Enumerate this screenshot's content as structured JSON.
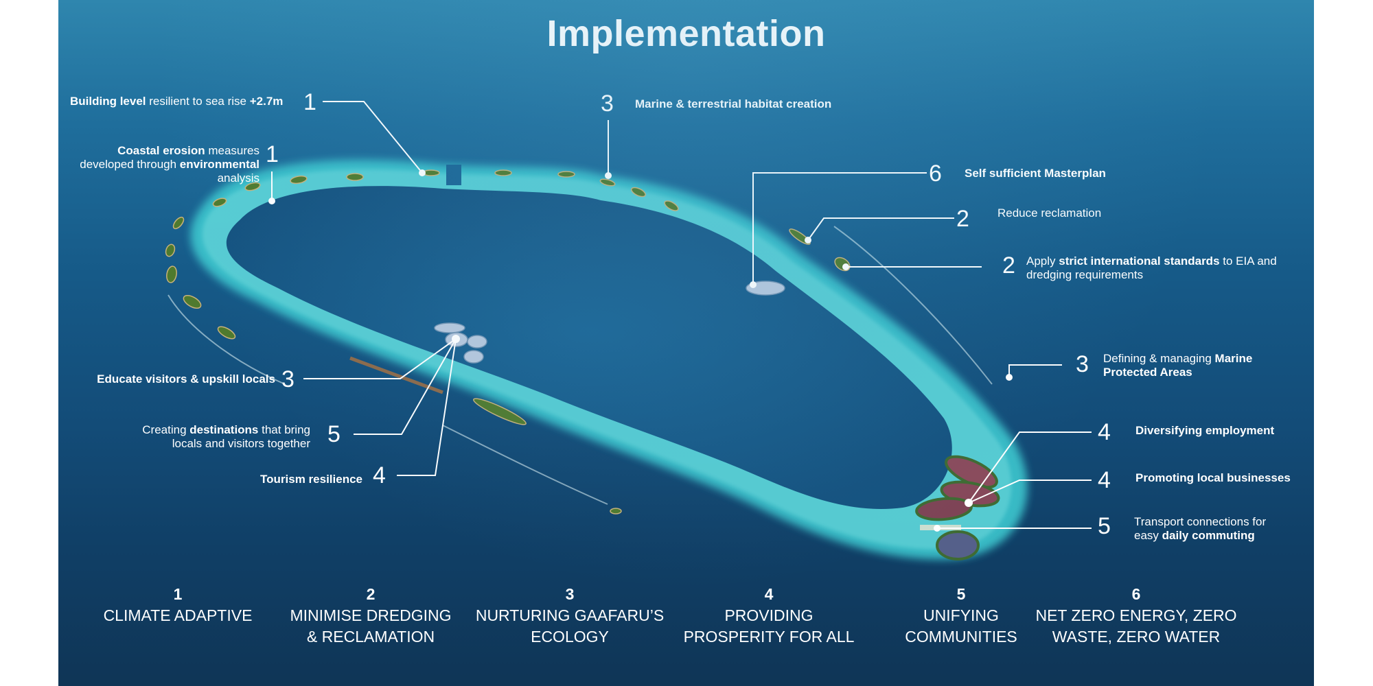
{
  "title": "Implementation",
  "colors": {
    "sky_top": "#2f86ae",
    "water_bottom": "#0f3556",
    "reef": "#37c4cf",
    "lagoon": "#185e8f",
    "text": "#ffffff"
  },
  "callouts": [
    {
      "id": "building-level",
      "number": "1",
      "parts": [
        {
          "t": "Building level",
          "b": true
        },
        {
          "t": " resilient to sea rise ",
          "b": false
        },
        {
          "t": "+2.7m",
          "b": true
        }
      ]
    },
    {
      "id": "coastal-erosion",
      "number": "1",
      "lines": [
        "Coastal erosion measures",
        "developed through environmental",
        "analysis"
      ],
      "line1_bold": "Coastal erosion",
      "line1_rest": " measures",
      "line2_rest": "developed through ",
      "line2_bold": "environmental"
    },
    {
      "id": "marine-terrestrial",
      "number": "3",
      "text": "Marine & terrestrial habitat creation"
    },
    {
      "id": "self-sufficient",
      "number": "6",
      "text": "Self sufficient Masterplan"
    },
    {
      "id": "reduce-reclamation",
      "number": "2",
      "text": "Reduce reclamation"
    },
    {
      "id": "apply-standards",
      "number": "2",
      "line1_a": "Apply ",
      "line1_b": "strict international standards",
      "line1_c": " to EIA and",
      "line2": "dredging requirements"
    },
    {
      "id": "marine-protected",
      "number": "3",
      "line1_a": "Defining & managing ",
      "line1_b": "Marine",
      "line2": "Protected Areas"
    },
    {
      "id": "diversifying",
      "number": "4",
      "text": "Diversifying employment"
    },
    {
      "id": "promoting",
      "number": "4",
      "text": "Promoting local businesses"
    },
    {
      "id": "transport",
      "number": "5",
      "line1": "Transport connections for",
      "line2_a": "easy ",
      "line2_b": "daily commuting"
    },
    {
      "id": "educate",
      "number": "3",
      "text": "Educate visitors & upskill locals"
    },
    {
      "id": "creating-destinations",
      "number": "5",
      "line1_a": "Creating ",
      "line1_b": "destinations",
      "line1_c": " that bring",
      "line2": "locals and visitors together"
    },
    {
      "id": "tourism",
      "number": "4",
      "text": "Tourism resilience"
    }
  ],
  "pillars": [
    {
      "number": "1",
      "line1": "CLIMATE ADAPTIVE",
      "line2": ""
    },
    {
      "number": "2",
      "line1": "MINIMISE DREDGING",
      "line2": "& RECLAMATION"
    },
    {
      "number": "3",
      "line1": "NURTURING GAAFARU’S",
      "line2": "ECOLOGY"
    },
    {
      "number": "4",
      "line1": "PROVIDING",
      "line2": "PROSPERITY FOR ALL"
    },
    {
      "number": "5",
      "line1": "UNIFYING",
      "line2": "COMMUNITIES"
    },
    {
      "number": "6",
      "line1": "NET ZERO ENERGY, ZERO",
      "line2": "WASTE, ZERO WATER"
    }
  ]
}
